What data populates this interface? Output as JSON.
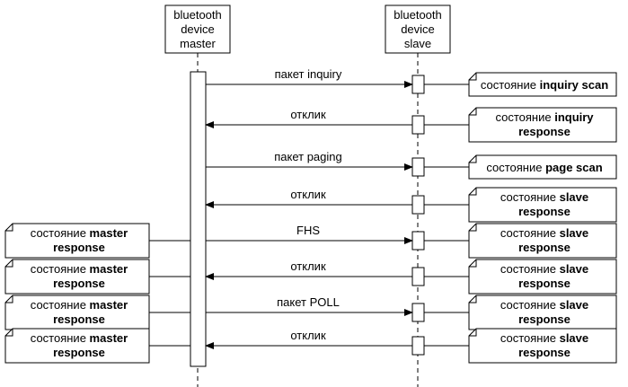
{
  "participants": {
    "master": [
      "bluetooth",
      "device",
      "master"
    ],
    "slave": [
      "bluetooth",
      "device",
      "slave"
    ]
  },
  "messages": [
    {
      "label": "пакет inquiry",
      "direction": "right"
    },
    {
      "label": "отклик",
      "direction": "left"
    },
    {
      "label": "пакет paging",
      "direction": "right"
    },
    {
      "label": "отклик",
      "direction": "left"
    },
    {
      "label": "FHS",
      "direction": "right"
    },
    {
      "label": "отклик",
      "direction": "left"
    },
    {
      "label": "пакет POLL",
      "direction": "right"
    },
    {
      "label": "отклик",
      "direction": "left"
    }
  ],
  "slave_states": [
    {
      "prefix": "состояние",
      "name": "inquiry scan",
      "lines": 1
    },
    {
      "prefix": "состояние",
      "name": "inquiry response",
      "line1_bold": "inquiry",
      "line2": "response",
      "lines": 2
    },
    {
      "prefix": "состояние",
      "name": "page scan",
      "lines": 1
    },
    {
      "prefix": "состояние",
      "name": "slave response",
      "line1_bold": "slave",
      "line2": "response",
      "lines": 2
    },
    {
      "prefix": "состояние",
      "name": "slave response",
      "line1_bold": "slave",
      "line2": "response",
      "lines": 2
    },
    {
      "prefix": "состояние",
      "name": "slave response",
      "line1_bold": "slave",
      "line2": "response",
      "lines": 2
    },
    {
      "prefix": "состояние",
      "name": "slave response",
      "line1_bold": "slave",
      "line2": "response",
      "lines": 2
    },
    {
      "prefix": "состояние",
      "name": "slave response",
      "line1_bold": "slave",
      "line2": "response",
      "lines": 2
    }
  ],
  "master_states": [
    {
      "prefix": "состояние",
      "line1_bold": "master",
      "line2": "response"
    },
    {
      "prefix": "состояние",
      "line1_bold": "master",
      "line2": "response"
    },
    {
      "prefix": "состояние",
      "line1_bold": "master",
      "line2": "response"
    },
    {
      "prefix": "состояние",
      "line1_bold": "master",
      "line2": "response"
    }
  ]
}
